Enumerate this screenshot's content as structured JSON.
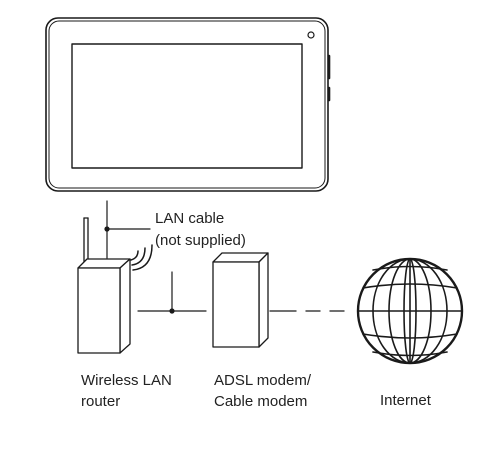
{
  "cable_label": {
    "line1": "LAN cable",
    "line2": "(not supplied)"
  },
  "devices": {
    "tablet": {
      "icon": "tablet-icon"
    },
    "router": {
      "label_line1": "Wireless LAN",
      "label_line2": "router",
      "icon": "wireless-router-icon"
    },
    "modem": {
      "label_line1": "ADSL modem/",
      "label_line2": "Cable modem",
      "icon": "modem-icon"
    },
    "internet": {
      "label": "Internet",
      "icon": "globe-icon"
    }
  },
  "colors": {
    "stroke": "#1a1a1a",
    "background": "#ffffff"
  }
}
